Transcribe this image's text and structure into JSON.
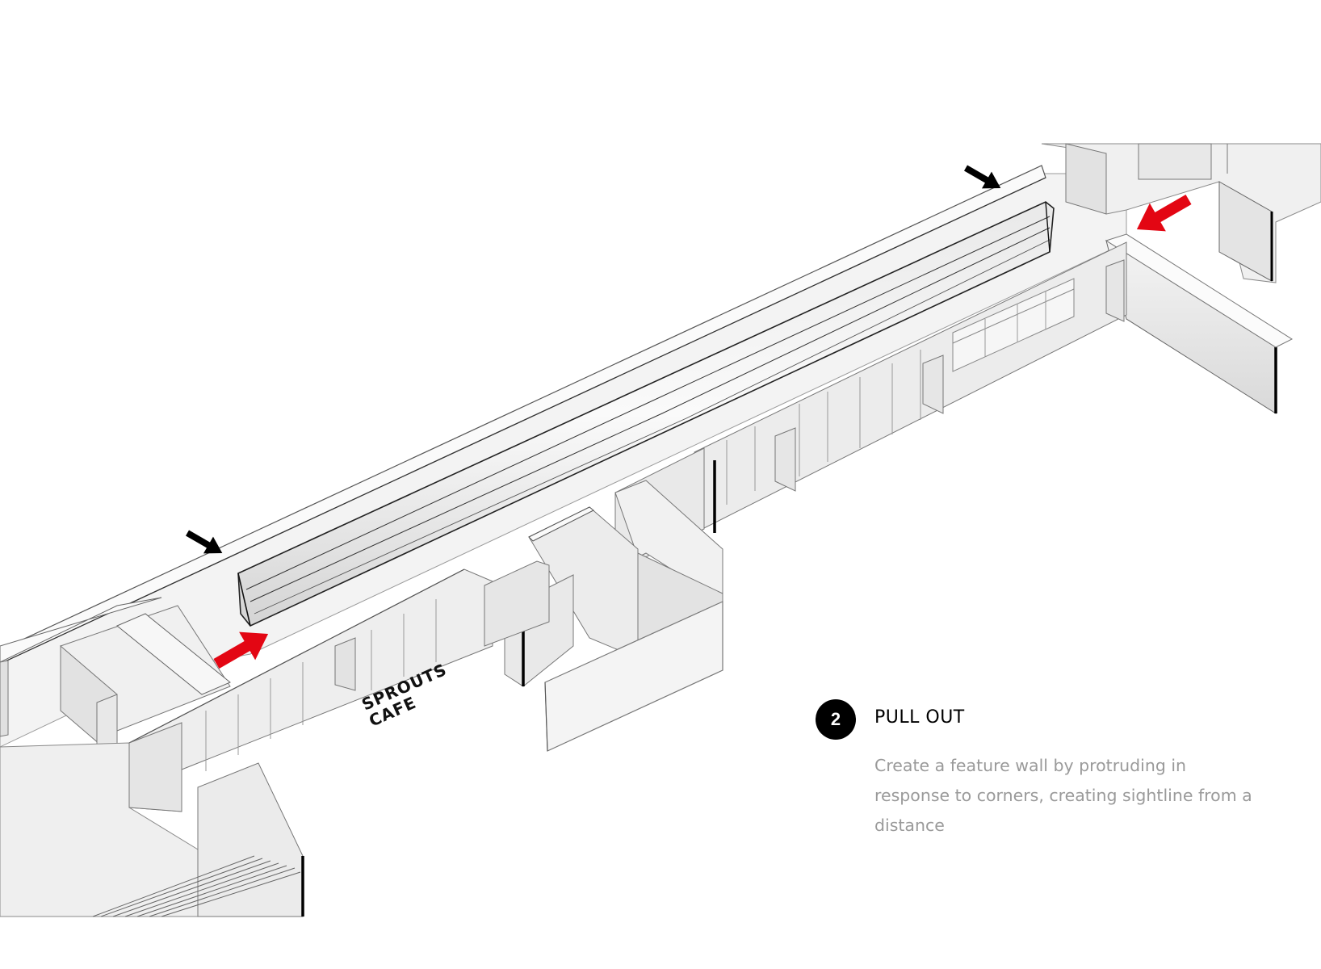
{
  "diagram": {
    "cafe_label_line1": "SPROUTS",
    "cafe_label_line2": "CAFE"
  },
  "step": {
    "number": "2",
    "title": "PULL OUT",
    "description": "Create a feature wall by protruding in response to corners, creating sightline from a distance"
  },
  "colors": {
    "accent_arrow": "#e30613",
    "pointer_arrow": "#000000",
    "badge": "#000000",
    "description_text": "#9a9a9a"
  }
}
